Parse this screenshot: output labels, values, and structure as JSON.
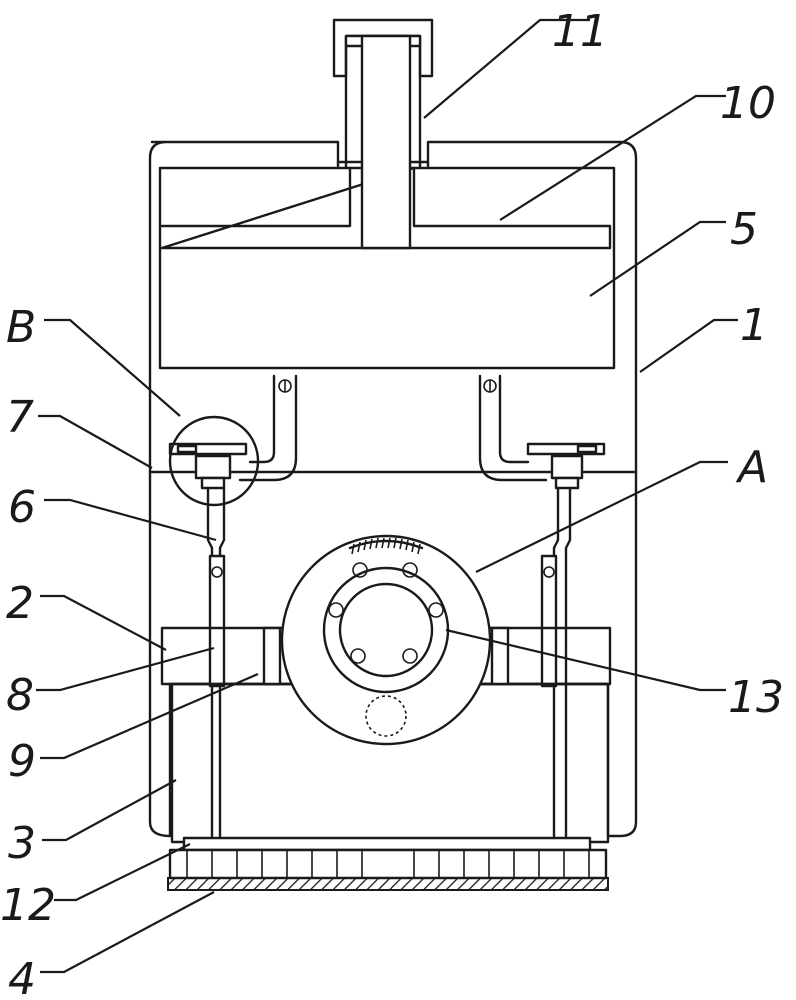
{
  "labels": {
    "l11": "11",
    "l10": "10",
    "l5": "5",
    "l1": "1",
    "lB": "B",
    "l7": "7",
    "lA": "A",
    "l6": "6",
    "l2": "2",
    "l13": "13",
    "l8": "8",
    "l9": "9",
    "l3": "3",
    "l12": "12",
    "l4": "4"
  }
}
